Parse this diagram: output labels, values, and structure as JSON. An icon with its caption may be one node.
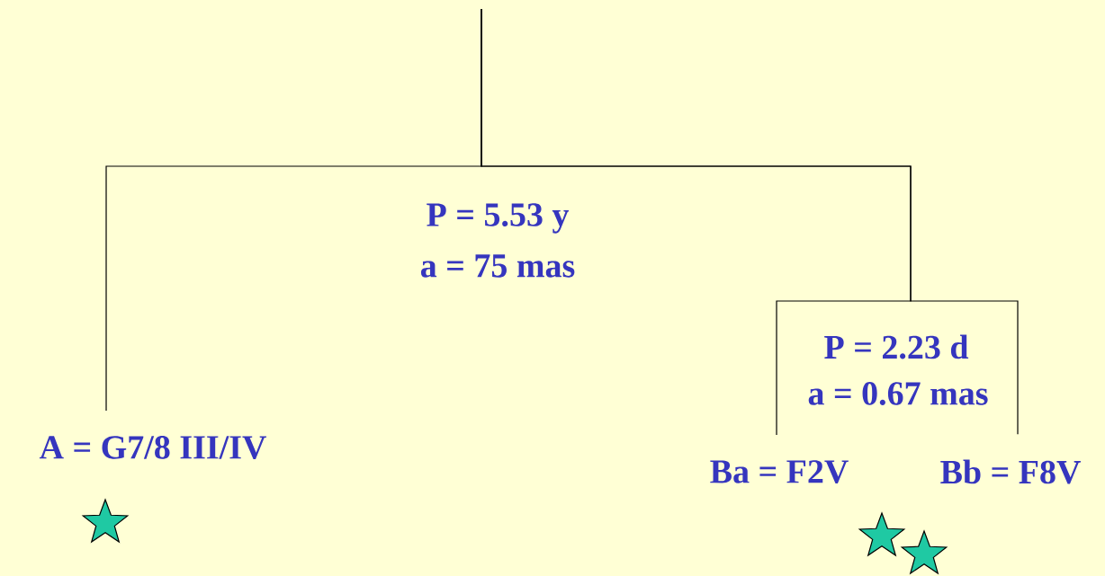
{
  "diagram": {
    "nodes": [
      {
        "text": [
          "A = G7/8 III/IV"
        ]
      },
      {
        "text": [
          "Ba = F2V"
        ]
      },
      {
        "text": [
          "Bb = F8V"
        ]
      }
    ],
    "edges": [
      {
        "from": null,
        "to": 0,
        "arrow": "none"
      },
      {
        "from": null,
        "to": 1,
        "arrow": "none"
      },
      {
        "from": null,
        "to": 2,
        "arrow": "none"
      }
    ],
    "labels": [
      "P = 5.53 y",
      "a = 75 mas",
      "P = 2.23 d",
      "a = 0.67 mas"
    ]
  }
}
